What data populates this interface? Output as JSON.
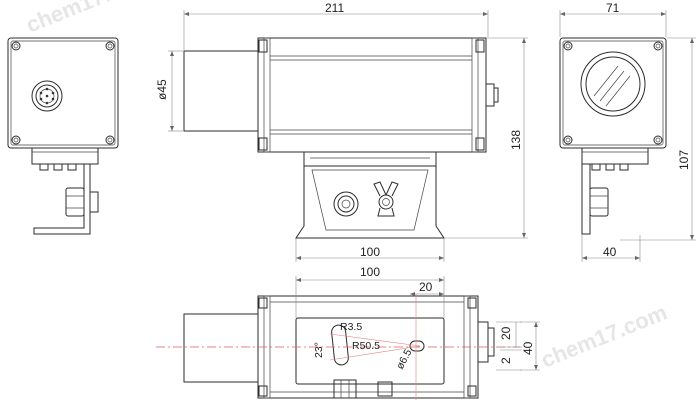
{
  "dimensions": {
    "front_width": "211",
    "lens_diameter": "ø45",
    "height": "138",
    "base_width": "100",
    "back_width": "71",
    "back_height": "107",
    "bracket_width": "40",
    "top_total": "100",
    "top_small": "20",
    "right_small": "20",
    "right_offset": "2",
    "right_total": "40",
    "r_small": "R3.5",
    "r_large": "R50.5",
    "angle": "23°",
    "hole_diameter": "ø6.5"
  },
  "watermark": "chem17.com"
}
